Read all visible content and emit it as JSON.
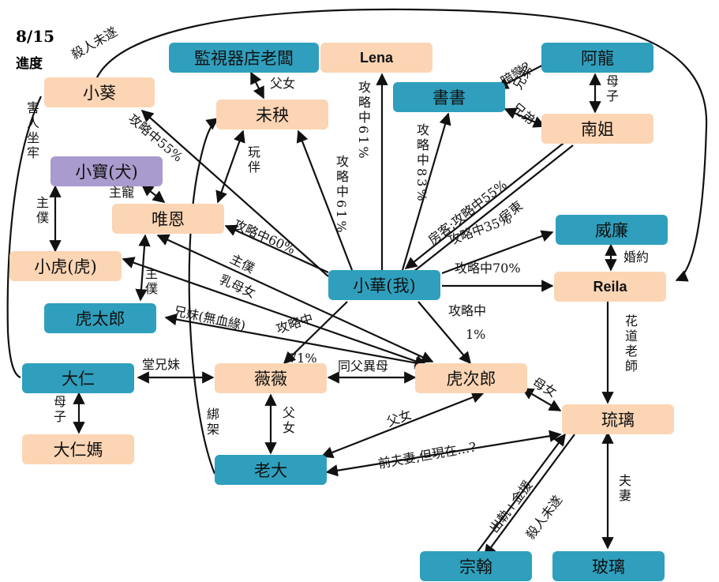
{
  "header": {
    "date": "8/15",
    "progress_label": "進度"
  },
  "nodes": {
    "xiaokui": "小葵",
    "shop_owner": "監視器店老闆",
    "lena": "Lena",
    "along": "阿龍",
    "shushu": "書書",
    "weiyang": "未秧",
    "nanjie": "南姐",
    "xiaobao": "小寶(犬)",
    "weien": "唯恩",
    "weilian": "威廉",
    "xiaohu": "小虎(虎)",
    "xiaohua": "小華(我)",
    "reila": "Reila",
    "hutailang": "虎太郎",
    "daren": "大仁",
    "weiwei": "薇薇",
    "hucilang": "虎次郎",
    "liuli": "琉璃",
    "darenma": "大仁媽",
    "laoda": "老大",
    "zonghan": "宗翰",
    "boli": "玻璃"
  },
  "labels": {
    "kill_attempt_top": "殺人未遂",
    "harm_jail": "害人坐牢",
    "father_daughter_shop": "父女",
    "lena_progress": "攻略中61%",
    "shushu_progress": "攻略中83%",
    "crush": "暗戀?",
    "siblings_along": "兄弟",
    "siblings_nanjie": "兄弟",
    "mother_son": "母子",
    "weiyang_progress": "攻略中61%",
    "playmate": "玩伴",
    "xiaokui_progress": "攻略中55%",
    "owner_pet": "主寵",
    "master_servant_xiaohu": "主僕",
    "tenant_progress": "房客;攻略中55%",
    "landlady": "房東",
    "weien_progress": "攻略中60%",
    "master_servant_hutailang": "主僕",
    "master_servant_weien": "主僕",
    "wetnurse_son": "乳母女",
    "weilian_progress": "攻略中35%",
    "engaged": "婚約",
    "reila_progress": "攻略中70%",
    "adopted_siblings": "兄妹(無血緣)",
    "weiwei_progress": "攻略中",
    "weiwei_percent": "71%",
    "hucilang_progress": "攻略中",
    "hucilang_percent": "1%",
    "cousins": "堂兄妹",
    "half_siblings": "同父異母",
    "flower_teacher": "花道老師",
    "mother_daughter_liuli": "母女",
    "mother_son_darenma": "母子",
    "father_daughter_laoda": "父女",
    "kidnap": "綁架",
    "father_daughter_hucilang": "父女",
    "ex_spouse": "前夫妻,但現在…?",
    "affair": "出軌+金援",
    "kill_attempt_bottom": "殺人未遂",
    "husband_wife": "夫妻"
  }
}
